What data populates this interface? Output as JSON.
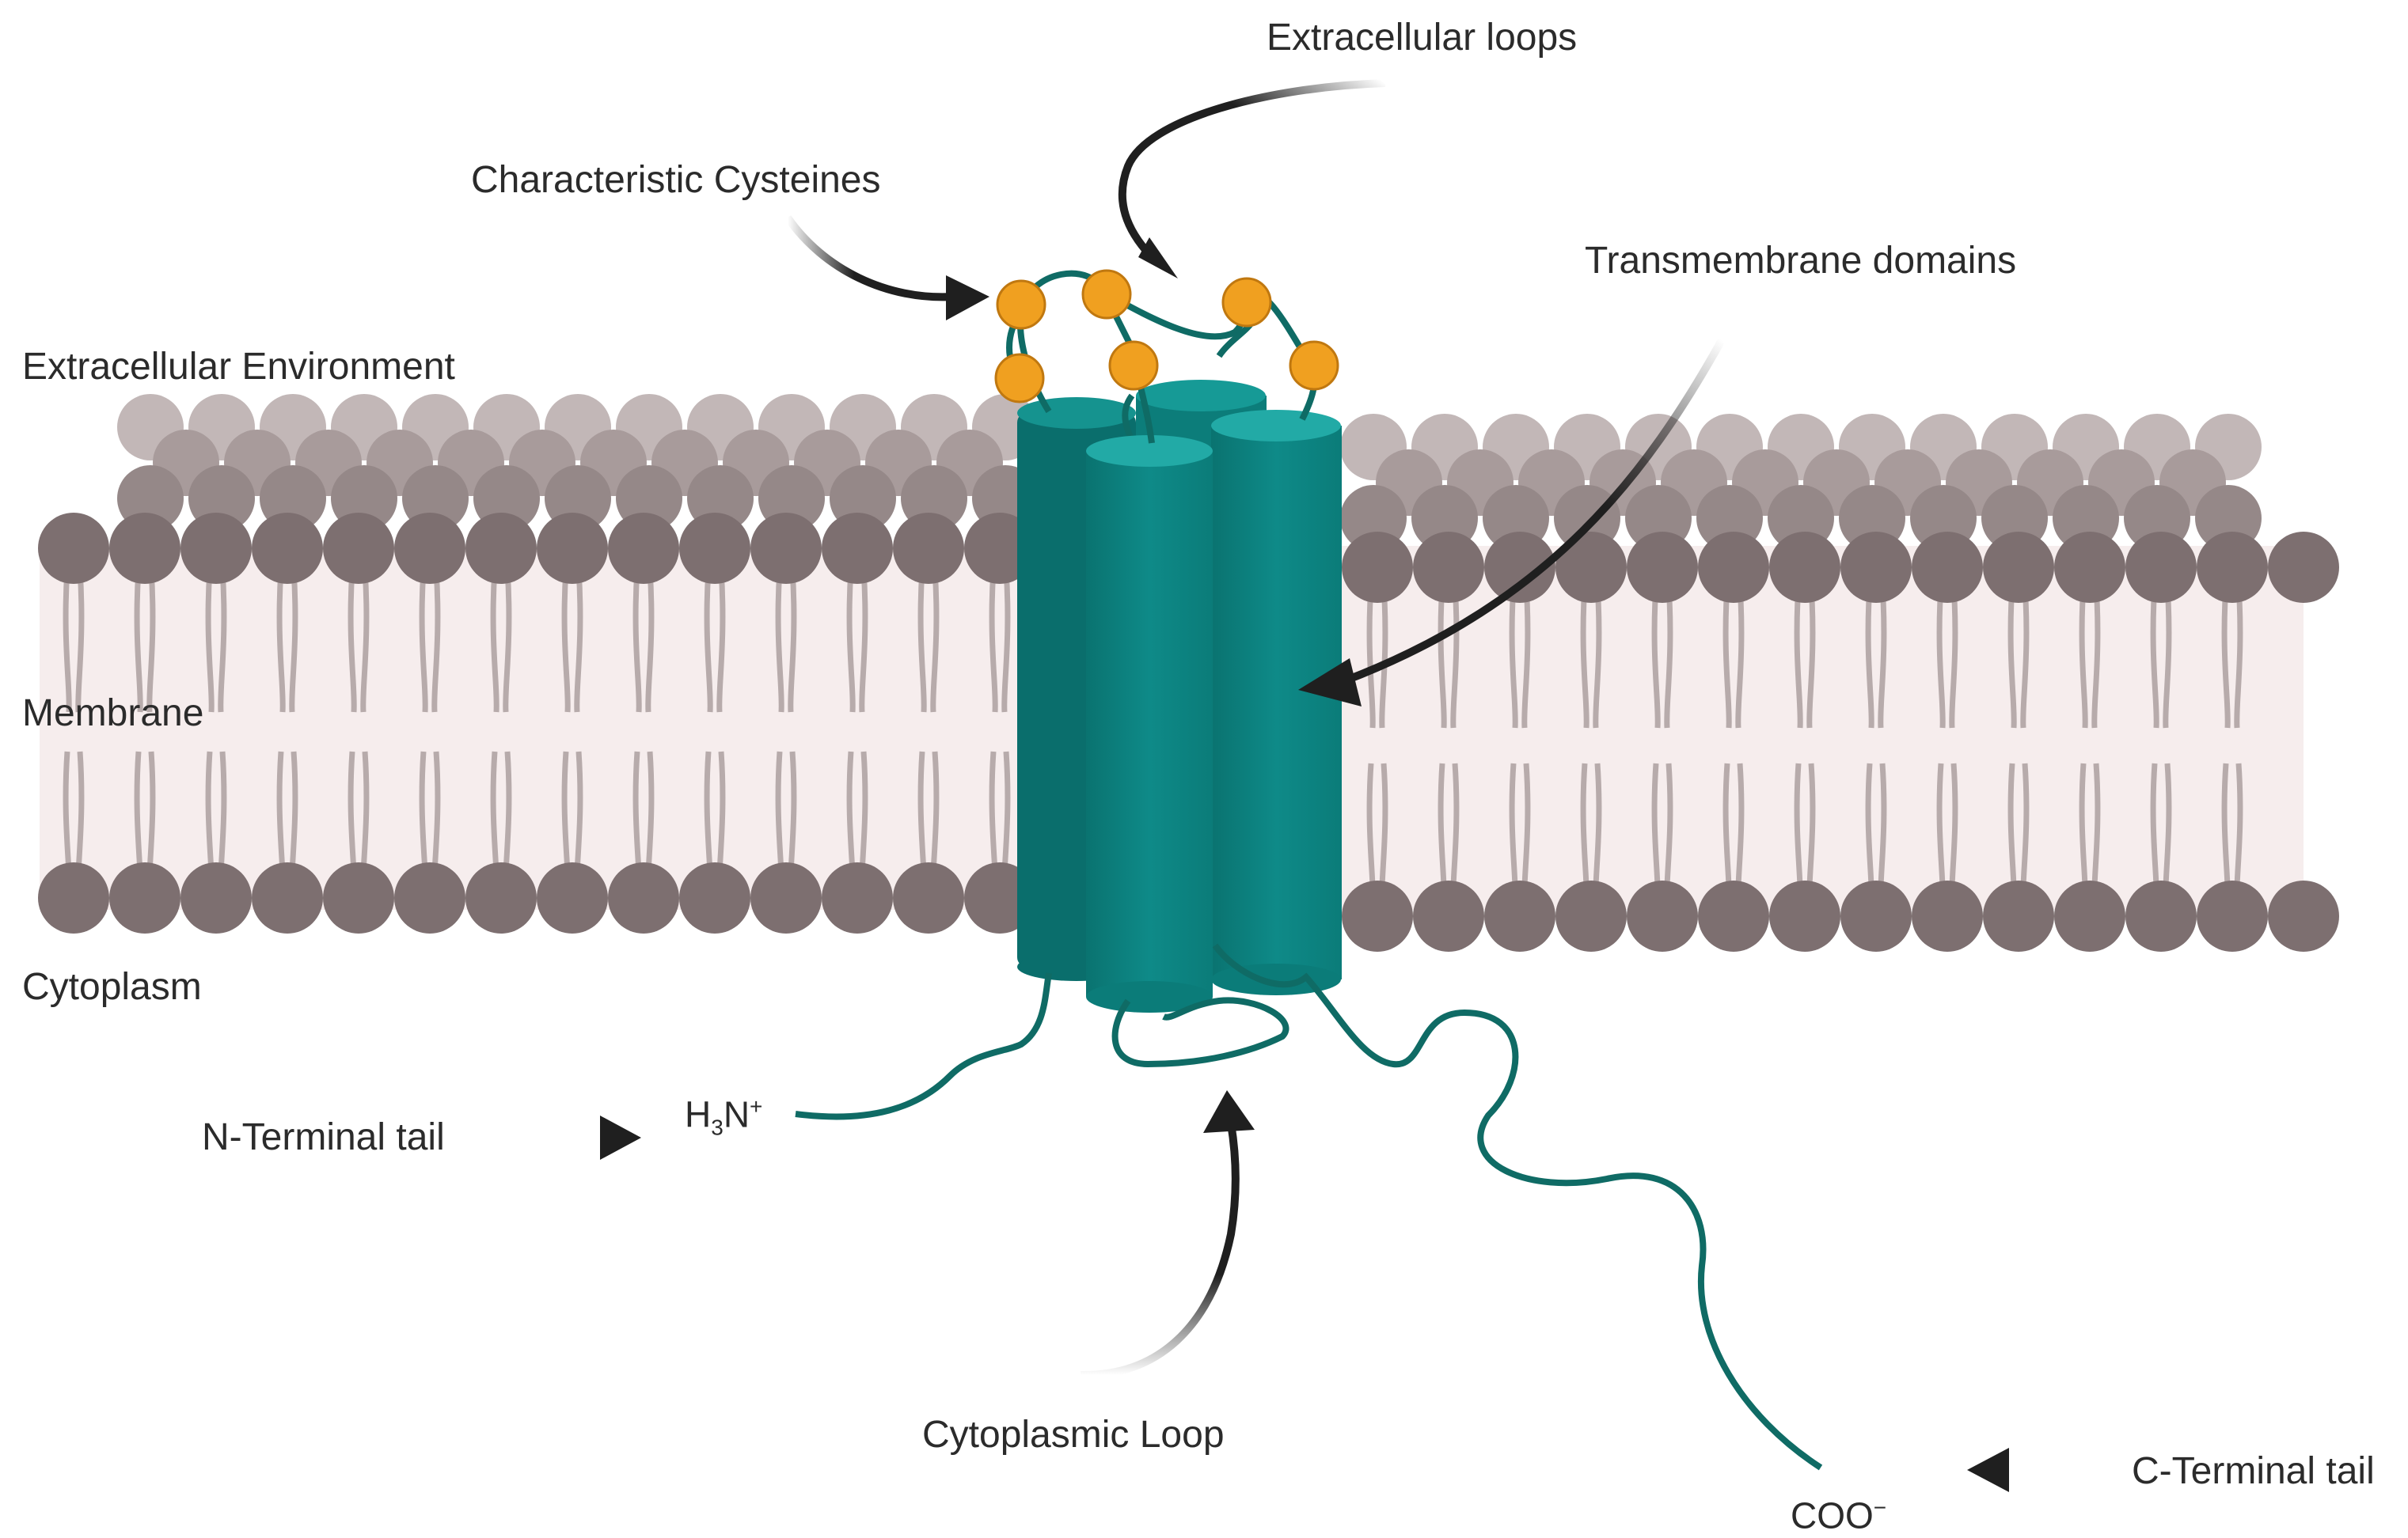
{
  "labels": {
    "extracellular_loops": "Extracellular loops",
    "characteristic_cysteines": "Characteristic Cysteines",
    "transmembrane_domains": "Transmembrane domains",
    "extracellular_environment": "Extracellular Environment",
    "membrane": "Membrane",
    "cytoplasm": "Cytoplasm",
    "n_terminal_tail": "N-Terminal tail",
    "cytoplasmic_loop": "Cytoplasmic Loop",
    "c_terminal_tail": "C-Terminal tail"
  },
  "formulas": {
    "n_term": {
      "base": "H",
      "sub": "3",
      "mid": "N",
      "sup": "+"
    },
    "c_term": {
      "base": "COO",
      "sup": "−"
    }
  },
  "colors": {
    "protein": "#0e8a88",
    "protein_dark": "#0a6e6c",
    "protein_top": "#1aa5a2",
    "strand": "#0f6b65",
    "cysteine": "#f0a020",
    "cysteine_edge": "#c07810",
    "lipid_head": "#7d6f70",
    "lipid_head_back": "#b3a7a7",
    "lipid_tail": "#b7abab",
    "membrane_core": "#f6eded",
    "arrow": "#1f1f1f"
  },
  "icons": [
    "phospholipid-bilayer",
    "helix-cylinder",
    "cysteine-sphere",
    "curved-arrow"
  ]
}
